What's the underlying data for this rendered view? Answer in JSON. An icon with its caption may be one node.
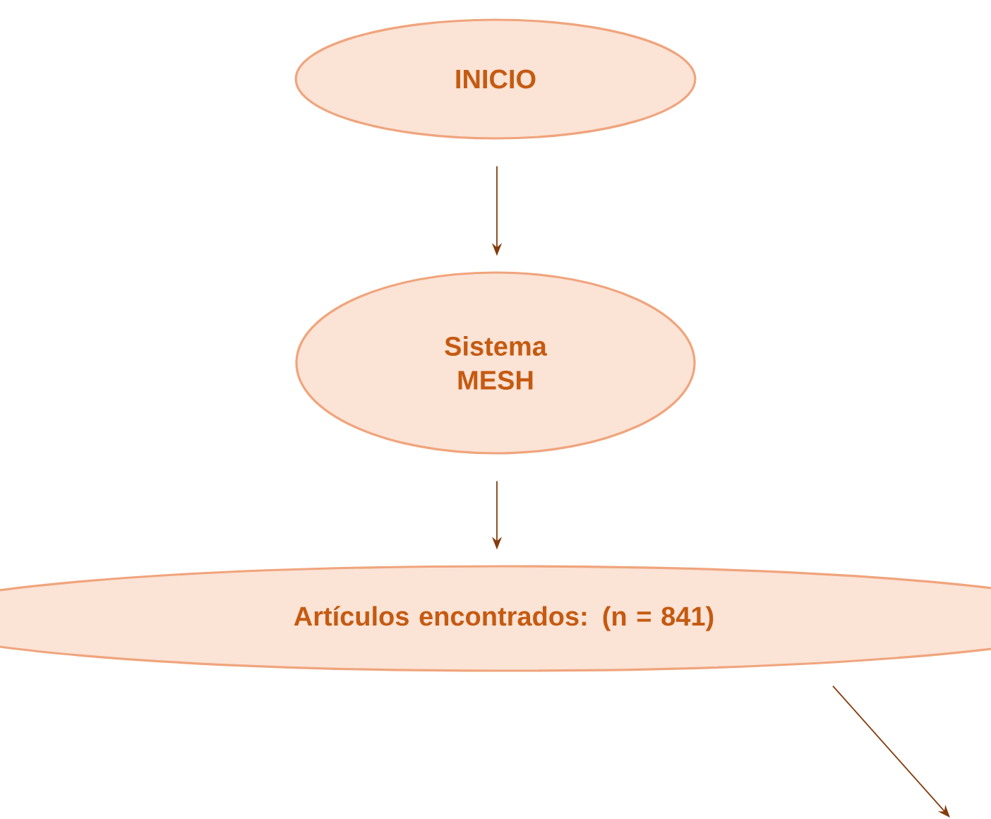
{
  "diagram": {
    "nodes": [
      {
        "text": [
          "INICIO"
        ]
      },
      {
        "text": [
          "Sistema MESH"
        ]
      },
      {
        "text": [
          "Artículos encontrados: (n = 841)"
        ]
      }
    ],
    "edges": [
      {
        "from": 0,
        "to": 1,
        "arrow": "to"
      },
      {
        "from": 1,
        "to": 2,
        "arrow": "to"
      },
      {
        "from": 2,
        "to": null,
        "arrow": "to"
      }
    ]
  }
}
